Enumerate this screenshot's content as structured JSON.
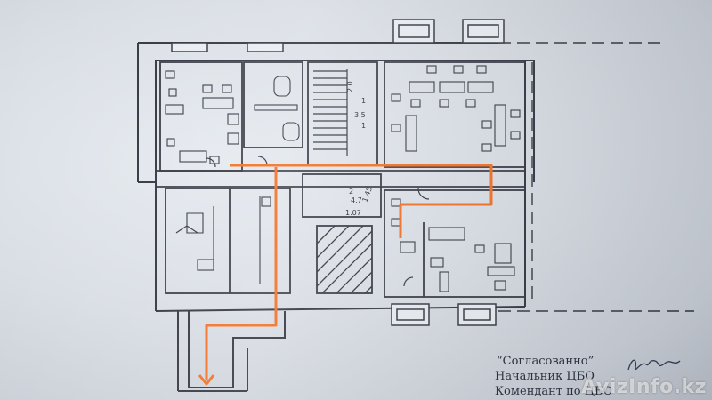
{
  "document": {
    "caption": {
      "line1": "“Согласованно”",
      "line2": "Начальник ЦБО",
      "line3": "Комендант по ЦБО"
    },
    "stair_labels": {
      "upper": [
        "2.0",
        "1",
        "3.5",
        "1"
      ],
      "lower": [
        "2",
        "4.7",
        "1.07",
        "1.45"
      ]
    },
    "watermark": "AvizInfo.kz",
    "evacuation_route_color": "#f26a1b",
    "line_color": "#2b2e39"
  }
}
